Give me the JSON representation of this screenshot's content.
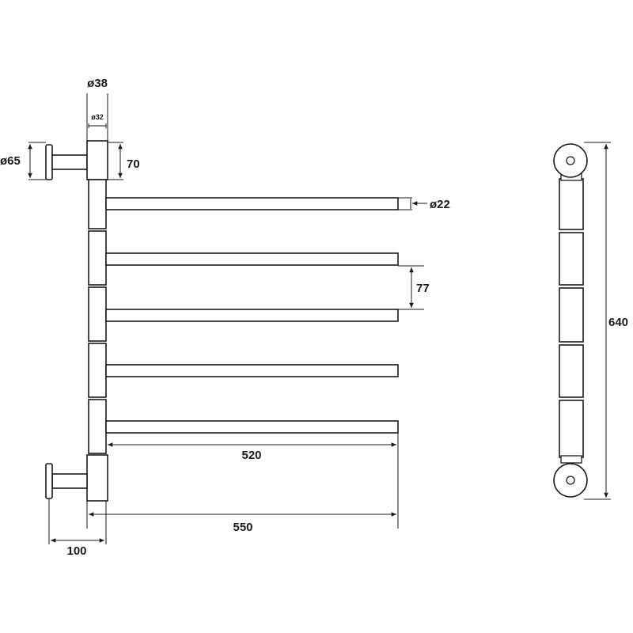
{
  "front_view": {
    "dimensions": {
      "post_outer_diameter": "ø38",
      "post_inner_diameter": "ø32",
      "flange_diameter": "ø65",
      "bracket_height": "70",
      "bar_diameter": "ø22",
      "bar_spacing": "77",
      "bar_length": "520",
      "total_width": "550",
      "wall_offset": "100"
    },
    "bar_count": 5
  },
  "side_view": {
    "dimensions": {
      "total_height": "640"
    },
    "segment_count": 5
  }
}
